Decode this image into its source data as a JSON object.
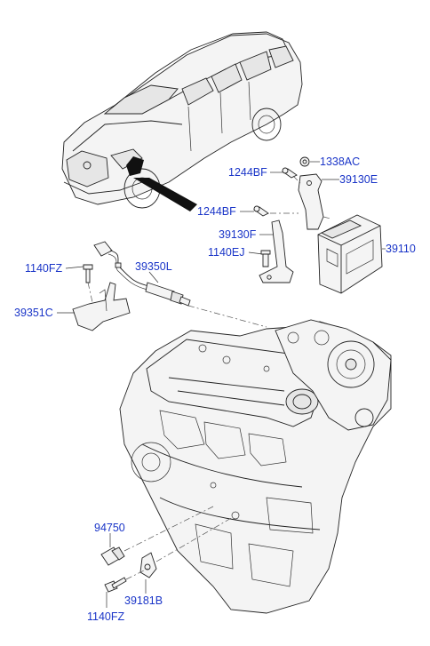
{
  "labels": {
    "p1338AC": "1338AC",
    "p1244BF_top": "1244BF",
    "p39130E": "39130E",
    "p1244BF_mid": "1244BF",
    "p39130F": "39130F",
    "p39110": "39110",
    "p1140EJ": "1140EJ",
    "p1140FZ_top": "1140FZ",
    "p39350L": "39350L",
    "p39351C": "39351C",
    "p94750": "94750",
    "p39181B": "39181B",
    "p1140FZ_bottom": "1140FZ"
  },
  "colors": {
    "label": "#1a35c8",
    "line": "#222222"
  }
}
